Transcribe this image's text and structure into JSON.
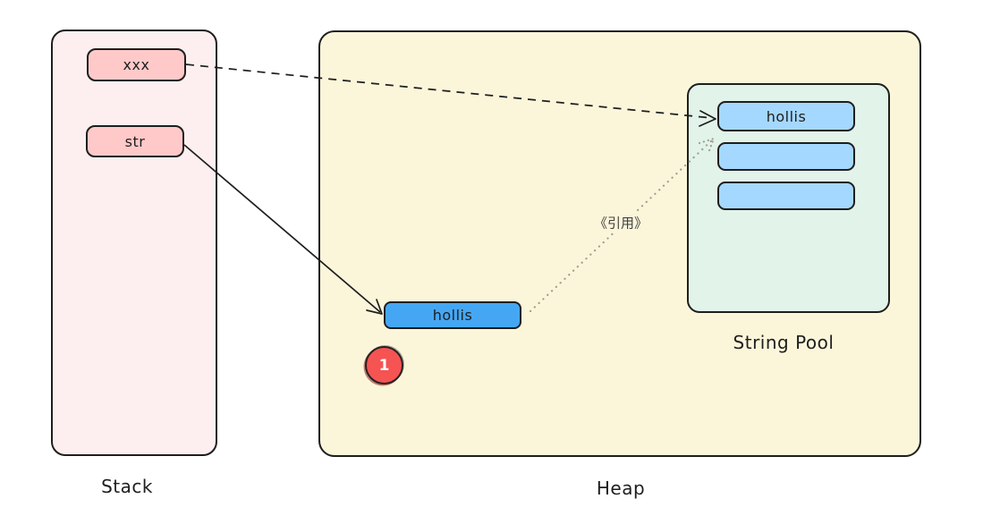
{
  "diagram": {
    "stack": {
      "title": "Stack",
      "frames": [
        {
          "label": "xxx"
        },
        {
          "label": "str"
        }
      ]
    },
    "heap": {
      "title": "Heap",
      "object": {
        "label": "hollis"
      },
      "badge": {
        "value": "1"
      },
      "string_pool": {
        "title": "String Pool",
        "entries": [
          {
            "label": "hollis"
          },
          {
            "label": ""
          },
          {
            "label": ""
          }
        ]
      }
    },
    "arrows": {
      "xxx_to_pool_hollis": {
        "style": "dashed"
      },
      "str_to_heap_object": {
        "style": "solid"
      },
      "heap_object_to_pool_hollis": {
        "style": "dotted",
        "label": "《引用》"
      }
    }
  },
  "colors": {
    "stack_fill": "#fdefef",
    "stack_item_fill": "#ffc9c9",
    "heap_fill": "#fbf6da",
    "pool_fill": "#e2f3e9",
    "pool_item_fill": "#a5d8ff",
    "object_fill": "#45a7f3",
    "badge_fill": "#f65353",
    "stroke": "#1e1e1e",
    "dotted_arrow": "#9e9d90",
    "reference_text": "#3f3f3f"
  }
}
